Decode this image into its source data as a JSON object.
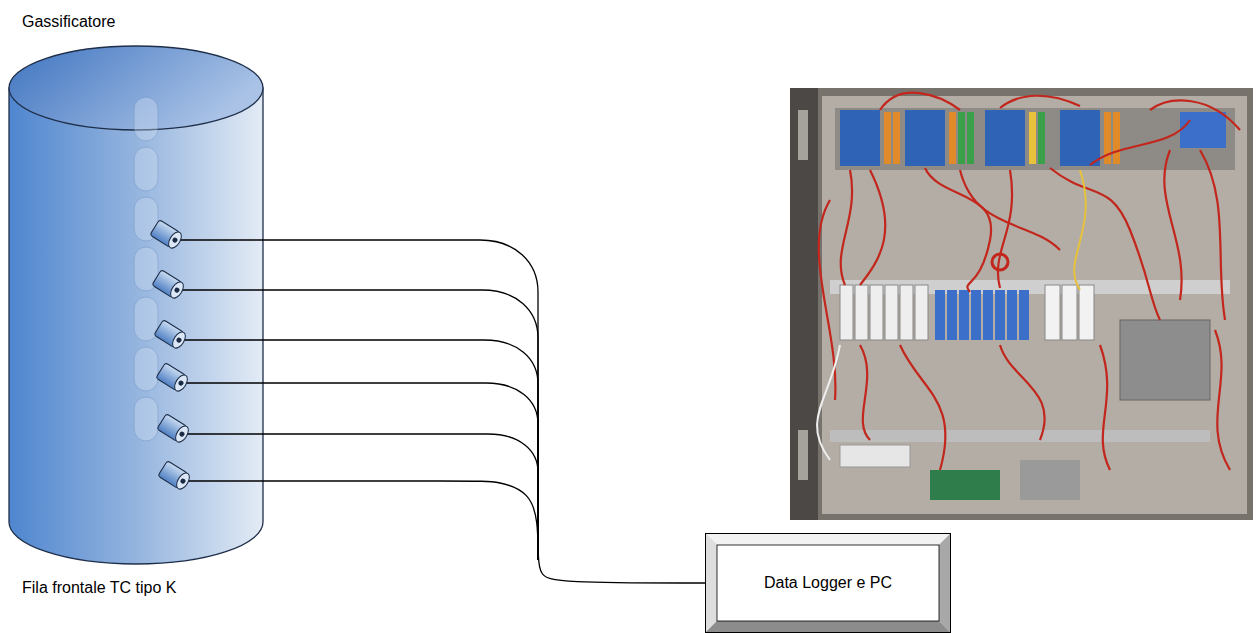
{
  "diagram": {
    "nodes": [
      {
        "text": [
          "Gassificatore"
        ]
      },
      {
        "text": [
          "Data Logger e PC"
        ]
      }
    ],
    "edges": [
      {
        "from": 0,
        "to": 1,
        "arrow": "none"
      }
    ],
    "labels": [
      "Fila frontale TC tipo K"
    ]
  }
}
